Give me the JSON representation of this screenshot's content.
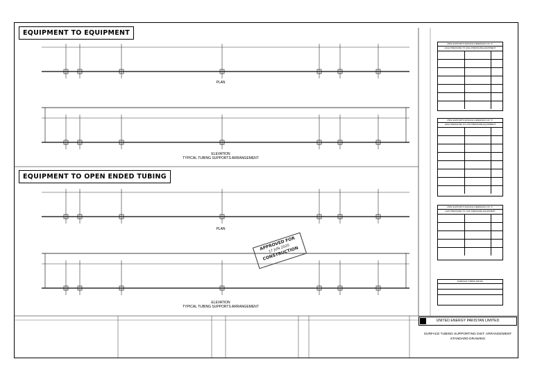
{
  "sections": [
    {
      "title": "EQUIPMENT TO EQUIPMENT",
      "plan_label": "PLAN",
      "elevation_label": "ELEVATION",
      "arrangement_label": "TYPICAL TUBING SUPPORTS ARRANGEMENT"
    },
    {
      "title": "EQUIPMENT TO OPEN ENDED TUBING",
      "plan_label": "PLAN",
      "elevation_label": "ELEVATION",
      "arrangement_label": "TYPICAL TUBING SUPPORTS ARRANGEMENT"
    }
  ],
  "spacing_tables": [
    {
      "title": "PIPE SUPPORTS SPACING DIMENSION OF \"X\"",
      "subtitle": "HIGH PRESSURE TO HIGH PRESSURE EQUIPMENT"
    },
    {
      "title": "PIPE SUPPORTS SPACING DIMENSION OF \"X\"",
      "subtitle": "HIGH PRESSURE TO LOW PRESSURE EQUIPMENT"
    },
    {
      "title": "PIPE SUPPORTS SPACING DIMENSION OF \"X\"",
      "subtitle": "LOW PRESSURE TO LOW PRESSURE EQUIPMENT"
    }
  ],
  "detail_box": {
    "title": "SURFACE TUBING DETAIL"
  },
  "stamp": {
    "line1": "APPROVED FOR",
    "line2": "17 JUN 2020",
    "line3": "CONSTRUCTION"
  },
  "title_block": {
    "company": "UNITED ENERGY PAKISTAN LIMITED",
    "title_line1": "SURFACE TUBING SUPPORTING DIST. ARRANGEMENT",
    "title_line2": "STANDARD DRAWING"
  },
  "colors": {
    "line": "#000000",
    "paper": "#ffffff"
  }
}
